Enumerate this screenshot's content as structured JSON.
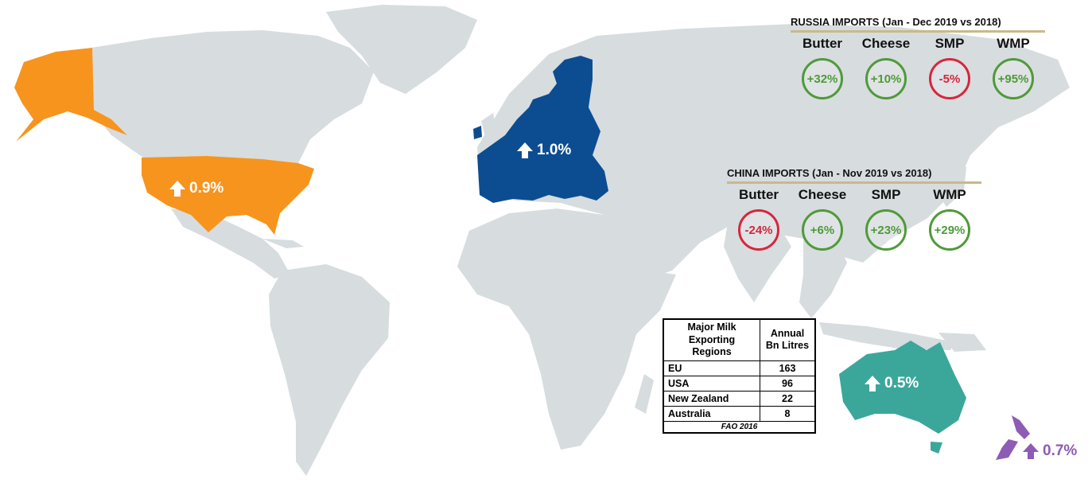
{
  "colors": {
    "land": "#d7dcdf",
    "usa": "#f7941d",
    "eu": "#0c4d91",
    "australia": "#3ba79b",
    "new_zealand": "#8e5bb5",
    "positive": "#4f9a3a",
    "negative": "#d7263d",
    "rule": "#c9b98a"
  },
  "regions": {
    "eu": {
      "change": "1.0%",
      "icon": "arrow-up-icon"
    },
    "usa": {
      "change": "0.9%",
      "icon": "arrow-up-icon"
    },
    "australia": {
      "change": "0.5%",
      "icon": "arrow-up-icon"
    },
    "new_zealand": {
      "change": "0.7%",
      "icon": "arrow-up-icon"
    }
  },
  "russia_imports": {
    "title": "RUSSIA IMPORTS (Jan - Dec 2019 vs 2018)",
    "items": [
      {
        "product": "Butter",
        "change": "+32%",
        "trend": "positive"
      },
      {
        "product": "Cheese",
        "change": "+10%",
        "trend": "positive"
      },
      {
        "product": "SMP",
        "change": "-5%",
        "trend": "negative"
      },
      {
        "product": "WMP",
        "change": "+95%",
        "trend": "positive"
      }
    ]
  },
  "china_imports": {
    "title": "CHINA IMPORTS (Jan - Nov 2019 vs 2018)",
    "items": [
      {
        "product": "Butter",
        "change": "-24%",
        "trend": "negative"
      },
      {
        "product": "Cheese",
        "change": "+6%",
        "trend": "positive"
      },
      {
        "product": "SMP",
        "change": "+23%",
        "trend": "positive"
      },
      {
        "product": "WMP",
        "change": "+29%",
        "trend": "positive"
      }
    ]
  },
  "milk_table": {
    "header_region": "Major Milk Exporting Regions",
    "header_volume": "Annual Bn Litres",
    "rows": [
      {
        "region": "EU",
        "value": "163"
      },
      {
        "region": "USA",
        "value": "96"
      },
      {
        "region": "New Zealand",
        "value": "22"
      },
      {
        "region": "Australia",
        "value": "8"
      }
    ],
    "source": "FAO 2016"
  }
}
